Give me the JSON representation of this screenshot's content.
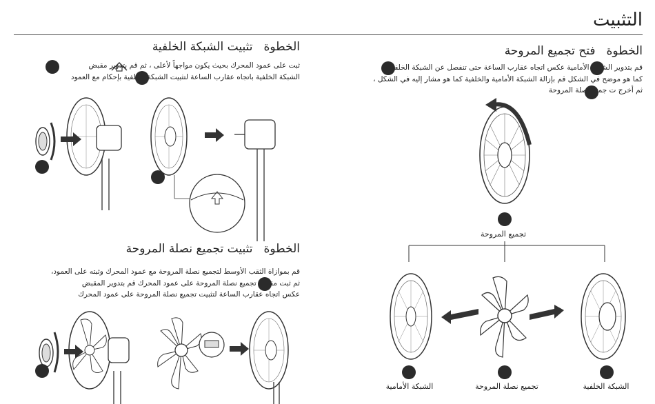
{
  "page": {
    "title": "التثبيت"
  },
  "step_open": {
    "step_word": "الخطوة",
    "heading": "فتح تجميع المروحة",
    "line1": "قم بتدوير   الشبكة الأمامية عكس اتجاه عقارب الساعة حتى تنفصل عن   الشبكة الخلفية،",
    "line2": "كما هو موضح في الشكل      قم بإزالة الشبكة الأمامية والخلفية كما هو مشار إليه في الشكل       ،",
    "line3": "ثم أخرج ت   جميع نصلة المروحة",
    "caption_assembly": "تجميع المروحة",
    "caption_front": "الشبكة الأمامية",
    "caption_blades": "تجميع نصلة المروحة",
    "caption_rear": "الشبكة الخلفية"
  },
  "step_rear": {
    "step_word": "الخطوة",
    "heading": "تثبيت الشبكة الخلفية",
    "line1": "ثبت  على عمود المحرك بحيث يكون مواجهاً لأعلى      ، ثم قم بتدوير   مقبض",
    "line2": "الشبكة الخلفية باتجاه عقارب الساعة لتثبيت     الشبكة الخلفية بإحكام مع العمود"
  },
  "step_blade": {
    "step_word": "الخطوة",
    "heading": "تثبيت تجميع نصلة المروحة",
    "line1": "قم بموازاة الثقب الأوسط لتجميع نصلة المروحة مع عمود المحرك وثبته على العمود،",
    "line2": "ثم ثبت     مقبض تجميع نصلة المروحة على عمود المحرك  قم بتدوير المقبض",
    "line3": "عكس اتجاه عقارب الساعة لتثبيت تجميع نصلة المروحة على عمود المحرك"
  },
  "icons": [
    "arrow-up-icon",
    "rotate-arrow-icon",
    "right-arrow-icon",
    "left-arrow-icon"
  ],
  "colors": {
    "ink": "#2b2b2b",
    "line": "#444444",
    "background": "#ffffff"
  }
}
